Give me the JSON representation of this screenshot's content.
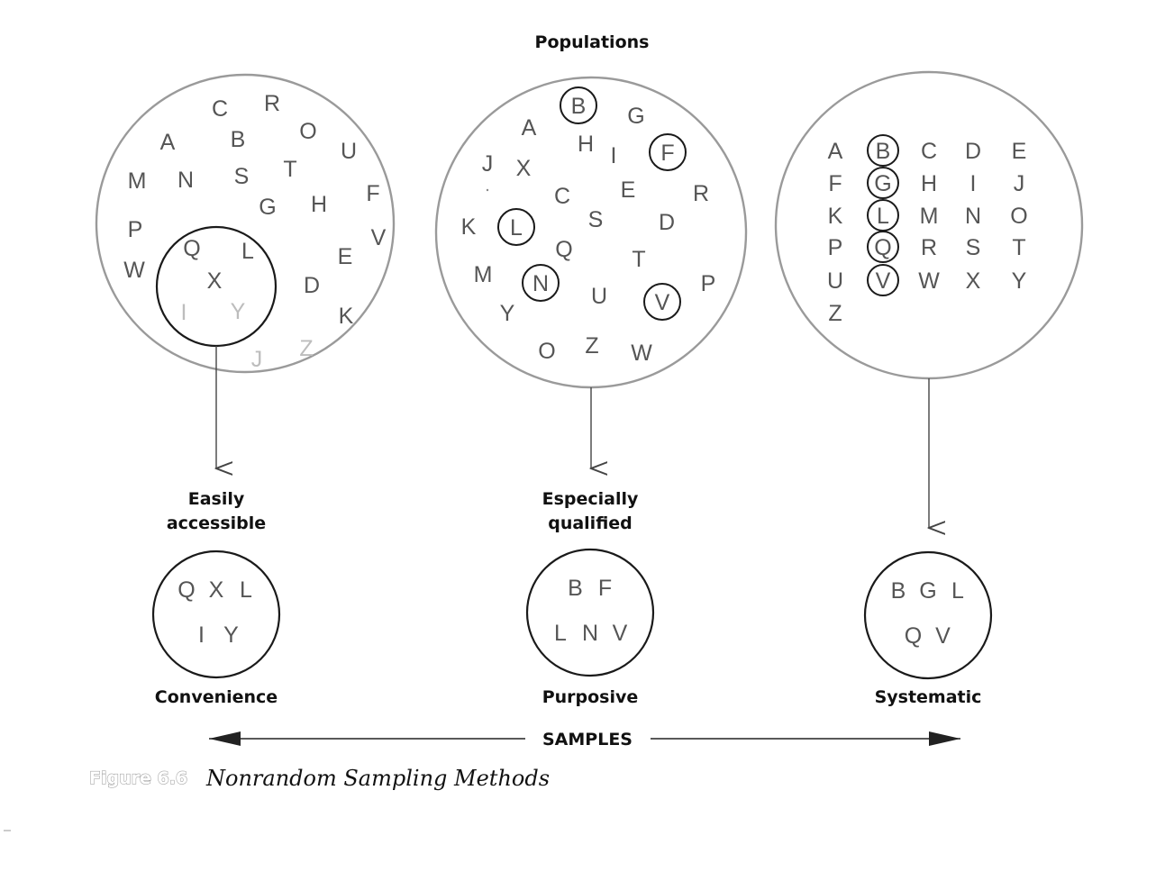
{
  "header": {
    "title": "Populations"
  },
  "populations": [
    {
      "id": "convenience",
      "letters": [
        "C",
        "R",
        "A",
        "B",
        "O",
        "U",
        "M",
        "N",
        "S",
        "T",
        "F",
        "G",
        "H",
        "P",
        "V",
        "Q",
        "L",
        "W",
        "X",
        "E",
        "D",
        "I",
        "Y",
        "K",
        "J",
        "Z"
      ]
    },
    {
      "id": "purposive",
      "letters": [
        "B",
        "G",
        "A",
        "H",
        "I",
        "F",
        "J",
        "X",
        "E",
        "R",
        "C",
        "K",
        "L",
        "S",
        "D",
        "Q",
        "T",
        "M",
        "N",
        "U",
        "P",
        "V",
        "Y",
        "O",
        "Z",
        "W"
      ],
      "circled": [
        "B",
        "F",
        "L",
        "N",
        "V"
      ]
    },
    {
      "id": "systematic",
      "grid": [
        [
          "A",
          "B",
          "C",
          "D",
          "E"
        ],
        [
          "F",
          "G",
          "H",
          "I",
          "J"
        ],
        [
          "K",
          "L",
          "M",
          "N",
          "O"
        ],
        [
          "P",
          "Q",
          "R",
          "S",
          "T"
        ],
        [
          "U",
          "V",
          "W",
          "X",
          "Y"
        ],
        [
          "Z"
        ]
      ],
      "circled": [
        "B",
        "G",
        "L",
        "Q",
        "V"
      ]
    }
  ],
  "samples": [
    {
      "label_line1": "Easily",
      "label_line2": "accessible",
      "row1": [
        "Q",
        "X",
        "L"
      ],
      "row2": [
        "I",
        "Y"
      ],
      "method": "Convenience"
    },
    {
      "label_line1": "Especially",
      "label_line2": "qualified",
      "row1": [
        "B",
        "F"
      ],
      "row2": [
        "L",
        "N",
        "V"
      ],
      "method": "Purposive"
    },
    {
      "label_line1": "",
      "label_line2": "",
      "row1": [
        "B",
        "G",
        "L"
      ],
      "row2": [
        "Q",
        "V"
      ],
      "method": "Systematic"
    }
  ],
  "footer": {
    "samples_label": "SAMPLES"
  },
  "caption": {
    "figure_number": "Figure 6.6",
    "title": "Nonrandom Sampling Methods"
  }
}
